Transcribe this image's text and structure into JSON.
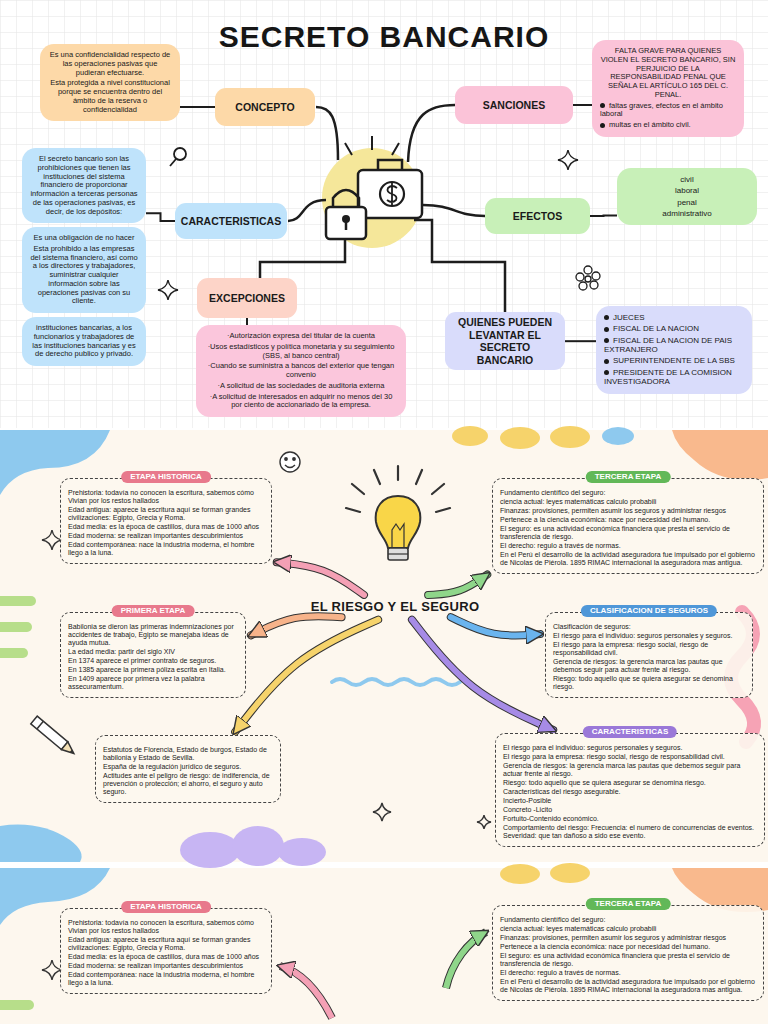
{
  "diagram": {
    "title": "SECRETO BANCARIO",
    "nodes": [
      {
        "text": [
          "CONCEPTO"
        ]
      },
      {
        "text": [
          "Es una confidencialidad respecto de las operaciones pasivas que pudieran efectuarse.",
          "Esta protegida a nivel constitucional porque se encuentra dentro del ámbito de la reserva o confidencialidad"
        ]
      },
      {
        "text": [
          "SANCIONES"
        ]
      },
      {
        "text": [
          "FALTA GRAVE PARA QUIENES VIOLEN EL SECRETO BANCARIO, SIN PERJUICIO DE LA RESPONSABILIDAD PENAL QUE SEÑALA EL ARTÍCULO 165 DEL C. PENAL.",
          "faltas graves, efectos en el ámbito laboral",
          "multas en el ámbito civil."
        ]
      },
      {
        "text": [
          "CARACTERISTICAS"
        ]
      },
      {
        "text": [
          "El secreto bancario son las prohibiciones que tienen las instituciones del sistema financiero de proporcionar información a terceras personas de las operaciones pasivas, es decir, de los depósitos:"
        ]
      },
      {
        "text": [
          "Es una obligación de no hacer",
          "Esta prohibido a las empresas del sistema financiero, así como a los directores y trabajadores, suministrar cualquier información sobre las operaciones pasivas con su cliente."
        ]
      },
      {
        "text": [
          "instituciones bancarias, a los funcionarios y trabajadores de las instituciones bancarias y es de derecho publico y privado."
        ]
      },
      {
        "text": [
          "EFECTOS"
        ]
      },
      {
        "text": [
          "civil",
          "laboral",
          "penal",
          "administrativo"
        ]
      },
      {
        "text": [
          "EXCEPCIONES"
        ]
      },
      {
        "text": [
          "·Autorización expresa del titular de la cuenta",
          "·Usos estadísticos y política monetaria y su seguimiento (SBS, al banco central)",
          "·Cuando se suministra a bancos del exterior que tengan convenio",
          "·A solicitud de las sociedades de auditoria externa",
          "·A solicitud de interesados en adquirir no menos del 30 por ciento de accionariado de la empresa."
        ]
      },
      {
        "text": [
          "QUIENES PUEDEN LEVANTAR EL SECRETO BANCARIO"
        ]
      },
      {
        "text": [
          "JUECES",
          "FISCAL DE LA NACION",
          "FISCAL DE LA NACION DE PAIS EXTRANJERO",
          "SUPERINTENDENTE DE LA SBS",
          "PRESIDENTE DE LA COMISION INVESTIGADORA"
        ]
      },
      {
        "text": [
          "EL RIESGO Y EL SEGURO"
        ]
      },
      {
        "text": [
          "ETAPA HISTORICA",
          "Prehistoria: todavía no conocen la escritura, sabemos cómo Vivian por los restos hallados",
          "Edad antigua: aparece la escritura aquí se forman grandes civilizaciones: Egipto, Grecia y Roma.",
          "Edad media: es la época de castillos, dura mas de 1000 años",
          "Edad moderna: se realizan importantes descubrimientos",
          "Edad contemporánea: nace la industria moderna, el hombre llego a la luna."
        ]
      },
      {
        "text": [
          "PRIMERA ETAPA",
          "Babilonia se dieron las primeras indemnizaciones por accidentes de trabajo, Egipto se manejaba ideas de ayuda mutua.",
          "La edad media: partir del siglo XIV",
          "En 1374 aparece el primer contrato de seguros.",
          "En 1385 aparece la primera póliza escrita en Italia.",
          "En 1409 aparece por primera vez la palabra assecuramentum."
        ]
      },
      {
        "text": [
          "Estatutos de Florencia, Estado de burgos, Estado de babilonia y Estado de Sevilla.",
          "España de la regulación jurídico de seguros.",
          "Actitudes ante el peligro de riesgo: de indiferencia, de prevención o protección; el ahorro, el seguro y auto seguro."
        ]
      },
      {
        "text": [
          "TERCERA ETAPA",
          "Fundamento científico del seguro:",
          "ciencia actual: leyes matemáticas calculo probabili",
          "Finanzas: provisiones, permiten asumir los seguros y administrar riesgos",
          "Pertenece a la ciencia económica: nace por necesidad del humano.",
          "El seguro: es una actividad económica financiera que presta el servicio de transferencia de riesgo.",
          "El derecho: regulo a través de normas.",
          "En el Perú el desarrollo de la actividad aseguradora fue impulsado por el gobierno de Nicolas de Piérola. 1895 RIMAC internacional la aseguradora mas antigua."
        ]
      },
      {
        "text": [
          "CLASIFICACION DE SEGUROS",
          "Clasificación de seguros:",
          "El riesgo para el individuo: seguros personales y seguros.",
          "El riesgo para la empresa: riesgo social, riesgo de responsabilidad civil.",
          "Gerencia de riesgos: la gerencia marca las pautas que debemos seguir para actuar frente al riesgo.",
          "Riesgo: todo aquello que se quiera asegurar se denomina riesgo."
        ]
      },
      {
        "text": [
          "CARACTERISTICAS",
          "El riesgo para el individuo: seguros personales y seguros.",
          "El riesgo para la empresa: riesgo social, riesgo de responsabilidad civil.",
          "Gerencia de riesgos: la gerencia marca las pautas que debemos seguir para actuar frente al riesgo.",
          "Riesgo: todo aquello que se quiera asegurar se denomina riesgo.",
          "Características del riesgo asegurable.",
          "Incierto-Posible",
          "Concreto -Licito",
          "Fortuito-Contenido económico.",
          "Comportamiento del riesgo: Frecuencia: el numero de concurrencias de eventos. Severidad: que tan dañoso a sido ese evento."
        ]
      },
      {
        "text": [
          "ETAPA HISTORICA",
          "Prehistoria: todavía no conocen la escritura, sabemos cómo Vivian por los restos hallados",
          "Edad antigua: aparece la escritura aquí se forman grandes civilizaciones: Egipto, Grecia y Roma.",
          "Edad media: es la época de castillos, dura mas de 1000 años",
          "Edad moderna: se realizan importantes descubrimientos",
          "Edad contemporánea: nace la industria moderna, el hombre llego a la luna."
        ]
      },
      {
        "text": [
          "TERCERA ETAPA",
          "Fundamento científico del seguro:",
          "ciencia actual: leyes matemáticas calculo probabili",
          "Finanzas: provisiones, permiten asumir los seguros y administrar riesgos",
          "Pertenece a la ciencia económica: nace por necesidad del humano.",
          "El seguro: es una actividad económica financiera que presta el servicio de transferencia de riesgo.",
          "El derecho: regulo a través de normas.",
          "En el Perú el desarrollo de la actividad aseguradora fue impulsado por el gobierno de Nicolas de Piérola. 1895 RIMAC internacional la aseguradora mas antigua."
        ]
      }
    ],
    "edges": [
      {
        "from": 0,
        "to": 1,
        "arrow": "none"
      },
      {
        "from": 2,
        "to": 3,
        "arrow": "none"
      },
      {
        "from": 4,
        "to": 5,
        "arrow": "none"
      },
      {
        "from": 8,
        "to": 9,
        "arrow": "none"
      },
      {
        "from": 10,
        "to": 11,
        "arrow": "none"
      },
      {
        "from": 12,
        "to": 13,
        "arrow": "none"
      },
      {
        "from": 14,
        "to": 15,
        "arrow": "to"
      },
      {
        "from": 14,
        "to": 16,
        "arrow": "to"
      },
      {
        "from": 14,
        "to": 17,
        "arrow": "to"
      },
      {
        "from": 14,
        "to": 18,
        "arrow": "to"
      },
      {
        "from": 14,
        "to": 19,
        "arrow": "to"
      },
      {
        "from": 14,
        "to": 20,
        "arrow": "to"
      }
    ]
  }
}
